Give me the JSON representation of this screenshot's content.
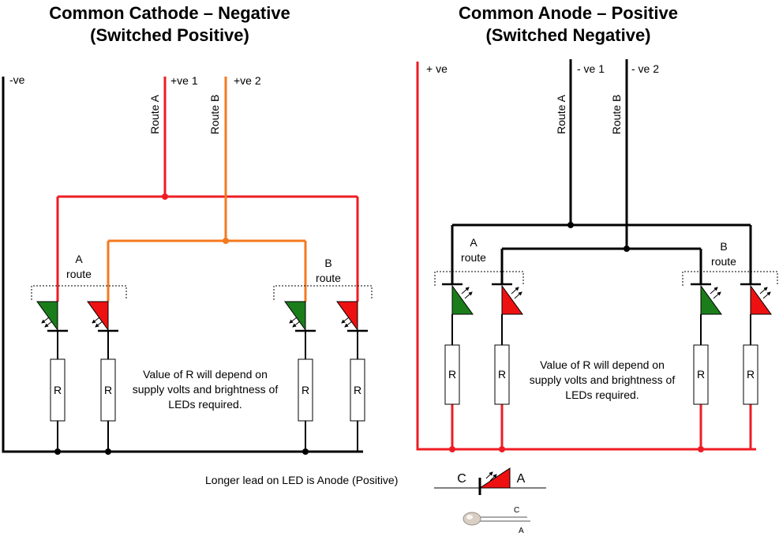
{
  "left": {
    "title_line1": "Common Cathode – Negative",
    "title_line2": "(Switched Positive)",
    "minus_label": "-ve",
    "wire1_label": "+ve 1",
    "wire2_label": "+ve 2",
    "route_a_label": "Route A",
    "route_b_label": "Route B",
    "group_a_letter": "A",
    "group_a_word": "route",
    "group_b_letter": "B",
    "group_b_word": "route",
    "note_line1": "Value of R will depend on",
    "note_line2": "supply volts and brightness of",
    "note_line3": "LEDs required."
  },
  "right": {
    "title_line1": "Common Anode – Positive",
    "title_line2": "(Switched Negative)",
    "plus_label": "+ ve",
    "wire1_label": "- ve 1",
    "wire2_label": "- ve 2",
    "route_a_label": "Route A",
    "route_b_label": "Route B",
    "group_a_letter": "A",
    "group_a_word": "route",
    "group_b_letter": "B",
    "group_b_word": "route",
    "note_line1": "Value of R will depend on",
    "note_line2": "supply volts and brightness of",
    "note_line3": "LEDs required."
  },
  "resistor_label": "R",
  "legend": {
    "text": "Longer lead on LED is Anode (Positive)",
    "cathode": "C",
    "anode": "A",
    "photo_cathode": "C",
    "photo_anode": "A"
  },
  "colors": {
    "red": "#ee1c24",
    "orange": "#f47920",
    "black": "#000000",
    "green": "#1a7d1a",
    "led_red": "#ee1111"
  }
}
